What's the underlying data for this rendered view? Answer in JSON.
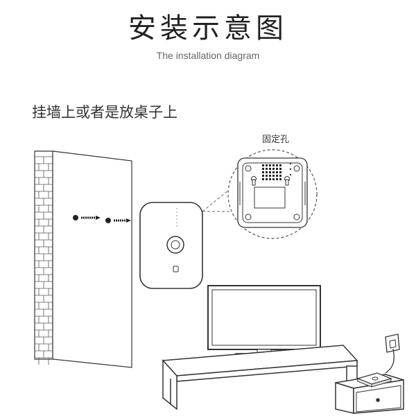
{
  "header": {
    "title": "安装示意图",
    "subtitle": "The installation diagram"
  },
  "section": {
    "heading": "挂墙上或者是放桌子上"
  },
  "callouts": {
    "fixing_hole": "固定孔"
  }
}
